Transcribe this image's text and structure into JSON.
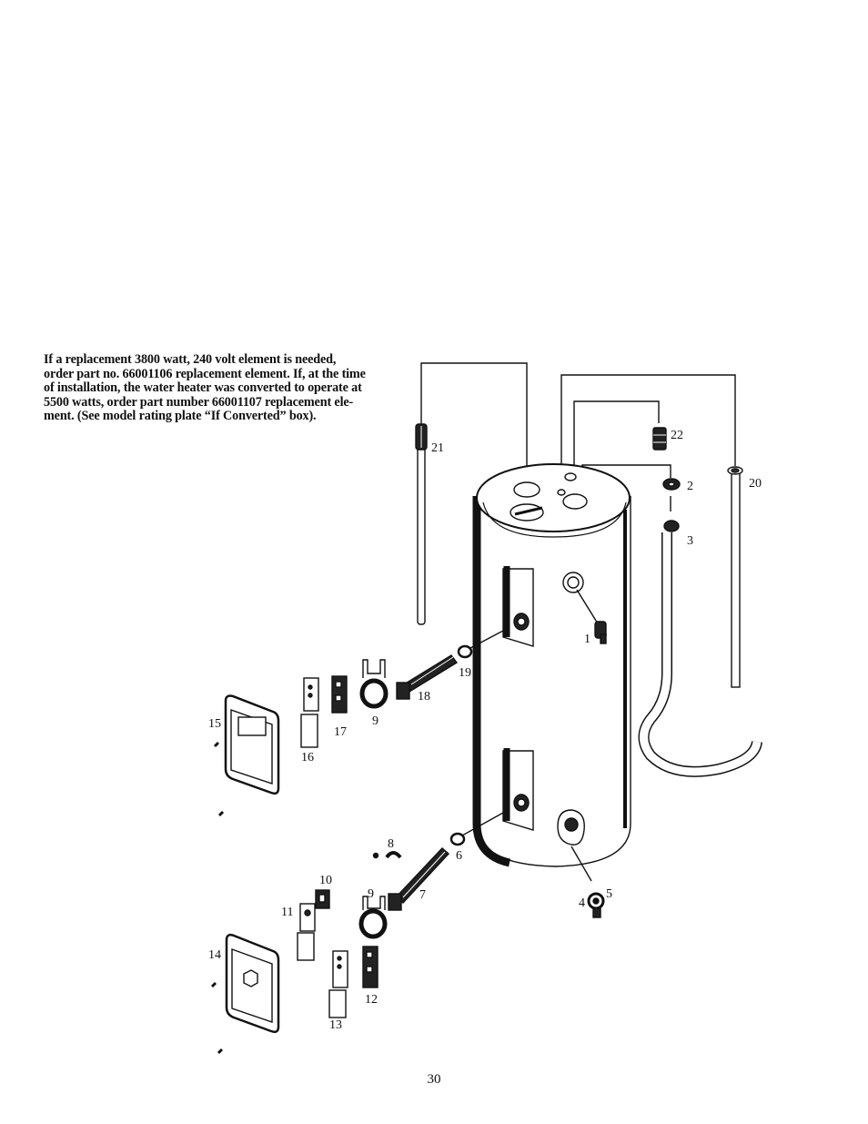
{
  "note": {
    "lines": [
      "If a replacement 3800 watt, 240 volt element is needed,",
      "order part no. 66001106 replacement element. If, at the time",
      "of installation, the water heater was converted to operate at",
      "5500 watts, order part number 66001107 replacement ele-",
      "ment. (See model rating plate “If Converted” box)."
    ]
  },
  "part_labels": {
    "p1": "1",
    "p2": "2",
    "p3": "3",
    "p4": "4",
    "p5": "5",
    "p6": "6",
    "p7": "7",
    "p8": "8",
    "p9a": "9",
    "p9b": "9",
    "p10": "10",
    "p11": "11",
    "p12": "12",
    "p13": "13",
    "p14": "14",
    "p15": "15",
    "p16": "16",
    "p17": "17",
    "p18": "18",
    "p19": "19",
    "p20": "20",
    "p21": "21",
    "p22": "22"
  },
  "page_number": "30"
}
